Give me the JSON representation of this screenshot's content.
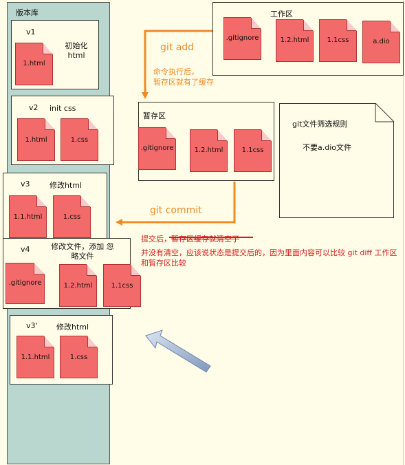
{
  "repository": {
    "title": "版本库",
    "versions": [
      {
        "label": "v1",
        "desc": "初始化 html",
        "files": [
          "1.html"
        ]
      },
      {
        "label": "v2",
        "desc": "init css",
        "files": [
          "1.html",
          "1.css"
        ]
      },
      {
        "label": "v3",
        "desc": "修改html",
        "files": [
          "1.1.html",
          "1.css"
        ]
      },
      {
        "label": "v4",
        "desc": "修改文件，添加 忽略文件",
        "files": [
          ".gitignore",
          "1.2.html",
          "1.1css"
        ]
      },
      {
        "label": "v3'",
        "desc": "修改html",
        "files": [
          "1.1.html",
          "1.css"
        ]
      }
    ]
  },
  "workspace": {
    "title": "工作区",
    "files": [
      ".gitignore",
      "1.2.html",
      "1.1css",
      "a.dio"
    ]
  },
  "staging": {
    "title": "暂存区",
    "files": ".gitignore|1.2.html|1.1css"
  },
  "staging_files": [
    ".gitignore",
    "1.2.html",
    "1.1css"
  ],
  "note": {
    "title": "git文件筛选规则",
    "body": "不要a.dio文件"
  },
  "annotations": {
    "git_add": "git add",
    "after_add": "命令执行后，\n暂存区就有了缓存",
    "git_commit": "git commit",
    "after_commit_prefix": "提交后，",
    "after_commit_struck": "暂存区缓存就清空了",
    "correction": "并没有清空，应该说状态是提交后的，因为里面内容可以比较 git diff 工作区和暂存区比较"
  },
  "colors": {
    "repo_column": "#b9d6cf",
    "file_fill": "#f36a6a",
    "arrow_orange": "#f08a24",
    "text_red": "#d21d1d",
    "pointer_arrow": "#8fa7c9"
  }
}
